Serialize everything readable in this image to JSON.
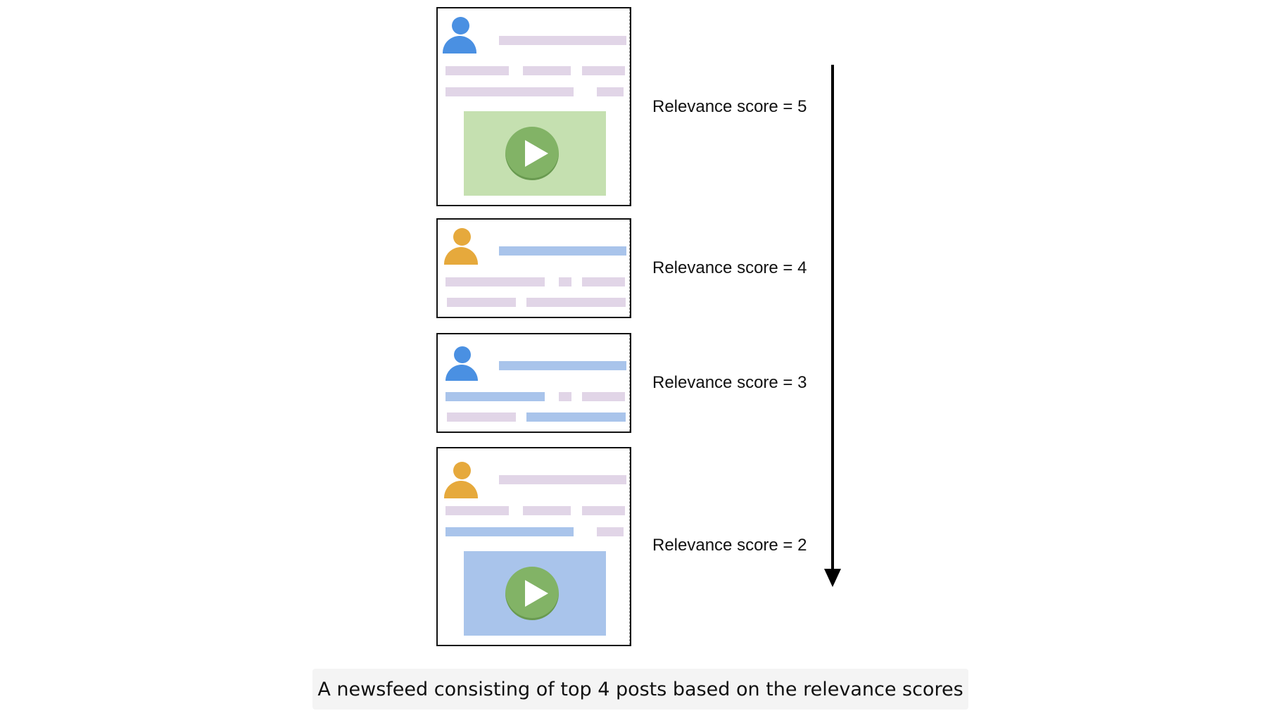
{
  "colors": {
    "avatar_blue": "#4a90e2",
    "avatar_orange": "#e6a93c",
    "bar_purple": "#e1d5e7",
    "bar_blue": "#a9c4eb",
    "media_green": "#c5e0b0",
    "media_blue": "#a9c4eb",
    "play_green": "#82b366"
  },
  "posts": [
    {
      "avatar_color": "avatar_blue",
      "has_media": true,
      "media_color": "media_green",
      "score_label": "Relevance score = 5"
    },
    {
      "avatar_color": "avatar_orange",
      "has_media": false,
      "score_label": "Relevance score = 4"
    },
    {
      "avatar_color": "avatar_blue",
      "has_media": false,
      "score_label": "Relevance score = 3"
    },
    {
      "avatar_color": "avatar_orange",
      "has_media": true,
      "media_color": "media_blue",
      "score_label": "Relevance score = 2"
    }
  ],
  "caption": "A newsfeed consisting of top 4 posts based on the relevance scores",
  "icons": [
    "user-avatar-icon",
    "play-icon",
    "down-arrow-icon"
  ]
}
